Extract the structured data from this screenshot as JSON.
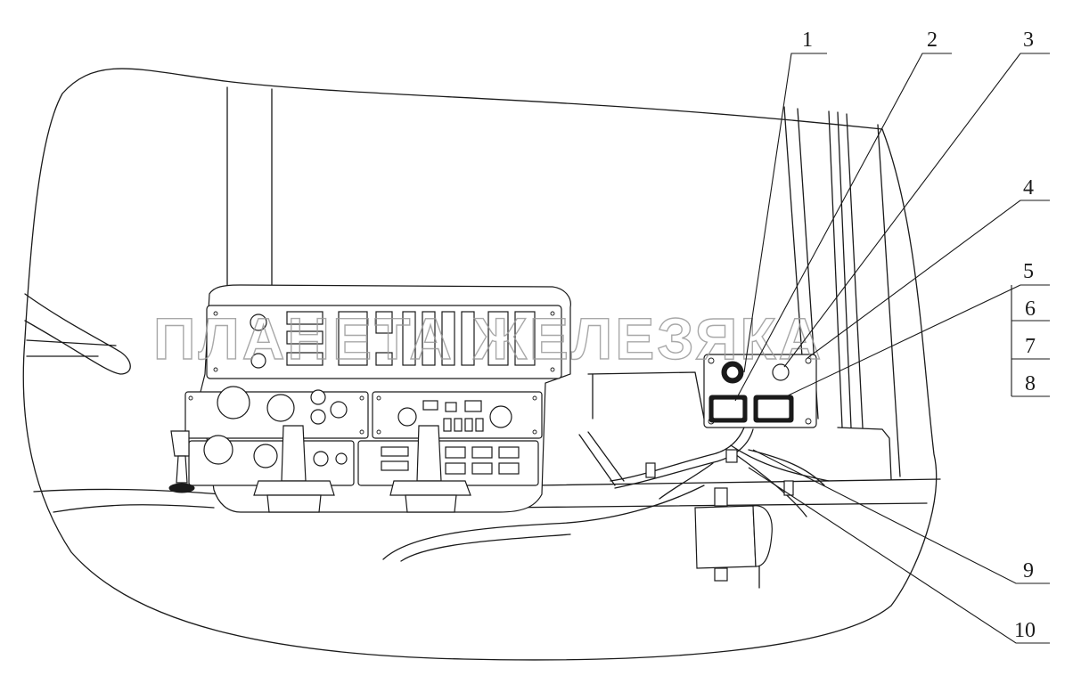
{
  "watermark": "ПЛАНЕТА ЖЕЛЕЗЯКА",
  "callouts": [
    "1",
    "2",
    "3",
    "4",
    "5",
    "6",
    "7",
    "8",
    "9",
    "10"
  ]
}
